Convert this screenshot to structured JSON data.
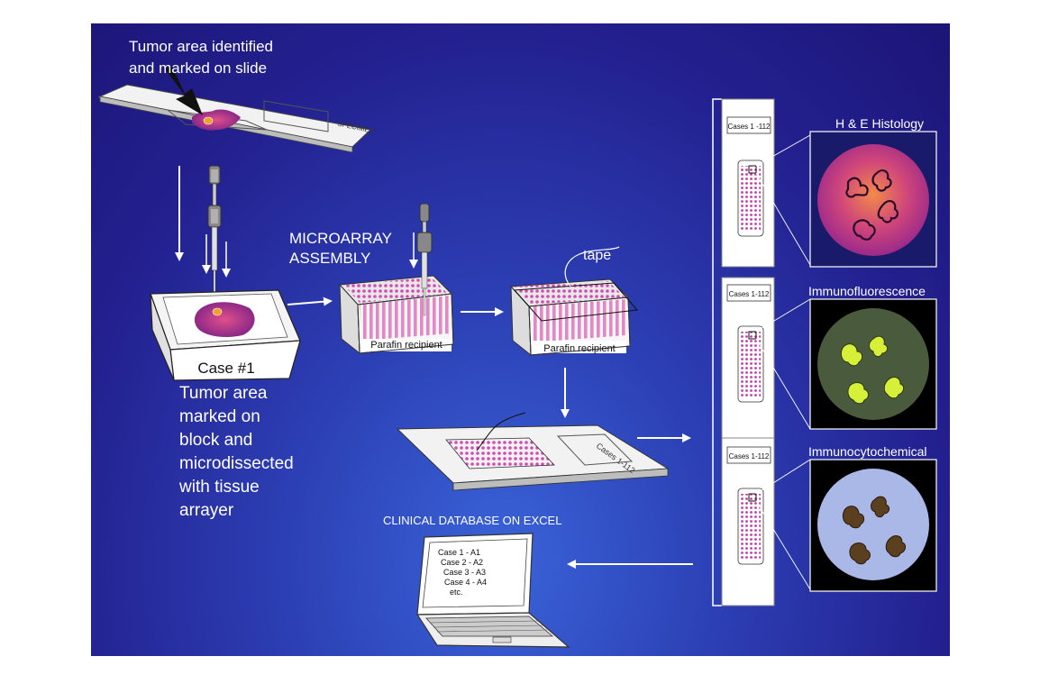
{
  "colors": {
    "background_deep": "#1c1577",
    "background_light": "#3a63d8",
    "tissue_magenta": "#9b2d8c",
    "tissue_orange": "#f08a3a",
    "spot_pink": "#d44ab5",
    "if_green_bg": "#4a5a3c",
    "if_yellow": "#d6f03a",
    "ihc_blue_bg": "#a9b8e6",
    "ihc_brown": "#5b4020"
  },
  "labels": {
    "tumor_identified": "Tumor area identified\nand marked on slide",
    "specimen": "SPECIMEN",
    "case_block": "Case #1",
    "tumor_marked": "Tumor area\nmarked on\nblock and\nmicrodissected\nwith tissue\narrayer",
    "microarray_assembly": "MICROARRAY\nASSEMBLY",
    "parafin_recipient_1": "Parafin recipient",
    "parafin_recipient_2": "Parafin recipient",
    "tape": "tape",
    "slide_cases": "Cases 1-112",
    "clinical_db": "CLINICAL DATABASE ON EXCEL",
    "screen_lines": [
      "Case 1 - A1",
      "Case 2 - A2",
      "Case 3 - A3",
      "Case 4 - A4",
      "etc."
    ],
    "he_histology": "H & E Histology",
    "immunofluorescence": "Immunofluorescence",
    "immunocytochemical": "Immunocytochemical",
    "stack_slide_1": "Cases 1 -112",
    "stack_slide_2": "Cases 1-112",
    "stack_slide_3": "Cases 1-112"
  }
}
